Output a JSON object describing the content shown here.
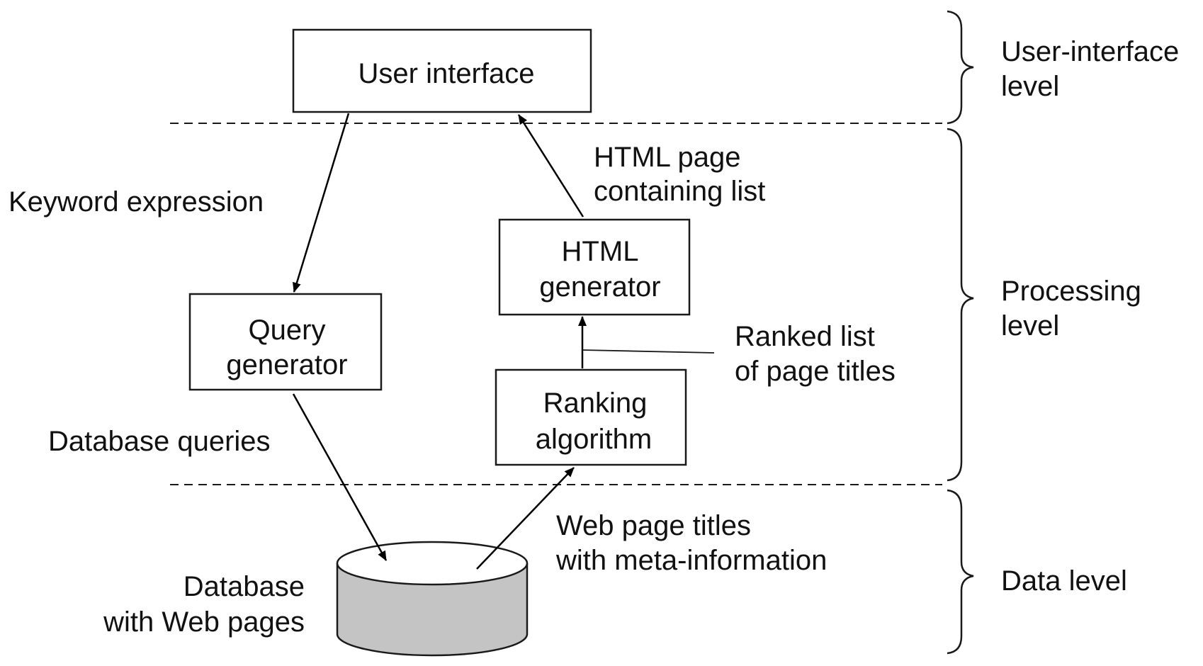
{
  "boxes": {
    "user_interface": "User interface",
    "html_generator": [
      "HTML",
      "generator"
    ],
    "query_generator": [
      "Query",
      "generator"
    ],
    "ranking_algorithm": [
      "Ranking",
      "algorithm"
    ]
  },
  "database": {
    "label": [
      "Database",
      "with Web pages"
    ],
    "fill_color": "#c4c4c4"
  },
  "flows": {
    "keyword_expression": "Keyword expression",
    "html_page": [
      "HTML page",
      "containing list"
    ],
    "ranked_list": [
      "Ranked list",
      "of page titles"
    ],
    "database_queries": "Database queries",
    "web_page_titles": [
      "Web page titles",
      "with meta-information"
    ]
  },
  "levels": {
    "user_interface": [
      "User-interface",
      "level"
    ],
    "processing": [
      "Processing",
      "level"
    ],
    "data": "Data level"
  }
}
